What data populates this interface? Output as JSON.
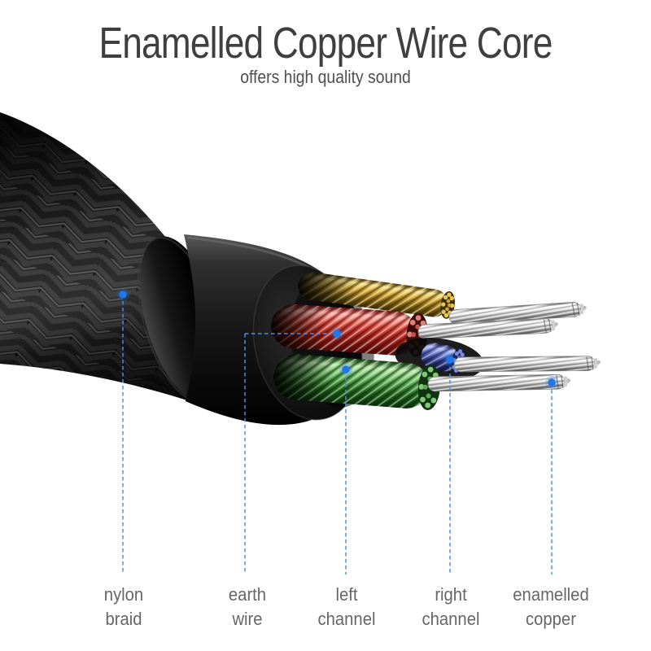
{
  "header": {
    "title": "Enamelled Copper Wire Core",
    "subtitle": "offers high quality sound"
  },
  "callouts": [
    {
      "id": "nylon-braid",
      "line1": "nylon",
      "line2": "braid"
    },
    {
      "id": "earth-wire",
      "line1": "earth",
      "line2": "wire"
    },
    {
      "id": "left-channel",
      "line1": "left",
      "line2": "channel"
    },
    {
      "id": "right-channel",
      "line1": "right",
      "line2": "channel"
    },
    {
      "id": "enamelled-copper",
      "line1": "enamelled",
      "line2": "copper"
    }
  ],
  "colors": {
    "background": "#ffffff",
    "title_text": "#3f3f3f",
    "subtitle_text": "#4f4f4f",
    "label_text": "#666666",
    "marker_dot_blue": "#2176e8",
    "leader_line_blue": "#4a90e8",
    "braid_black": "#111111",
    "jacket_black": "#151515",
    "wire_yellow": "#d9ae3e",
    "wire_red": "#e2574b",
    "wire_green": "#6cb863",
    "wire_blue": "#6474c8",
    "wire_silver": "#d9d9d9"
  }
}
